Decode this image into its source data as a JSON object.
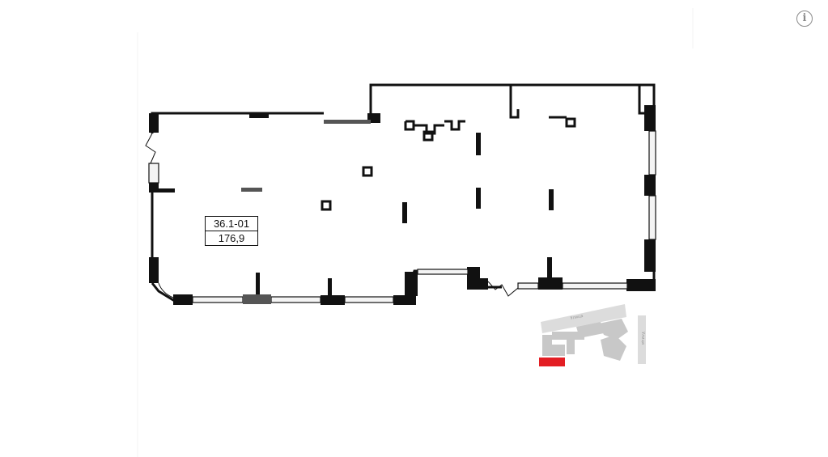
{
  "info_icon": {
    "name": "info-icon",
    "glyph": "i"
  },
  "unit": {
    "id": "36.1-01",
    "area": "176,9"
  },
  "minimap": {
    "street_top": "Улица",
    "street_right": "Улица",
    "highlight_color": "#e31e24",
    "building_color": "#c8c8c8"
  },
  "colors": {
    "wall": "#111111",
    "window": "#dddddd",
    "partition": "#555555"
  }
}
